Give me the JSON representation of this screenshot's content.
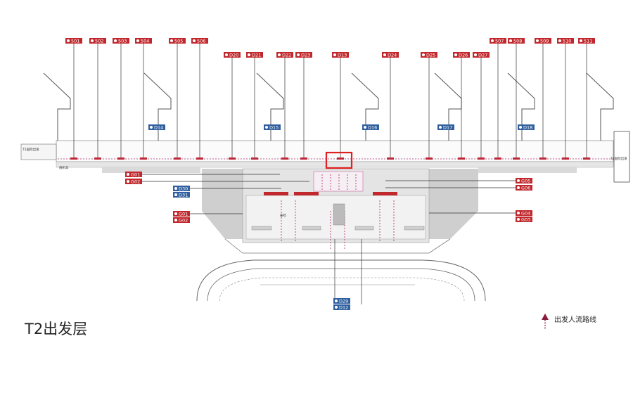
{
  "map": {
    "title": "T2出发层",
    "legend_label": "出发人流路线",
    "legend_color": "#8b1a3c",
    "highlight_color": "#e02020",
    "colors": {
      "international_gate": "#c0282d",
      "domestic_gate": "#2f5f9f",
      "building_gray": "#d6d6d6",
      "flow_line": "#b0246a"
    },
    "top_gates_left": [
      "501",
      "502",
      "503",
      "504",
      "505",
      "506"
    ],
    "top_gates_mid": [
      "D20",
      "D21",
      "D22",
      "D23",
      "D13",
      "D24",
      "D25",
      "D26",
      "D27"
    ],
    "top_gates_right": [
      "507",
      "508",
      "509",
      "510",
      "511"
    ],
    "pier_domestic_tags": [
      "D14",
      "D15",
      "D16",
      "D17",
      "D18"
    ],
    "left_tags_red": [
      "G01",
      "G02"
    ],
    "left_tags_blue": [
      "D30",
      "D31"
    ],
    "left_tags_red_lower": [
      "G01",
      "G02"
    ],
    "right_tags_red": [
      "G05",
      "G06"
    ],
    "right_tags_red_lower": [
      "G04",
      "G03"
    ],
    "bottom_tags": [
      "D29",
      "D12"
    ],
    "small_labels": [
      "T2国际出发",
      "值机岛",
      "安检",
      "T3国际出发"
    ]
  }
}
